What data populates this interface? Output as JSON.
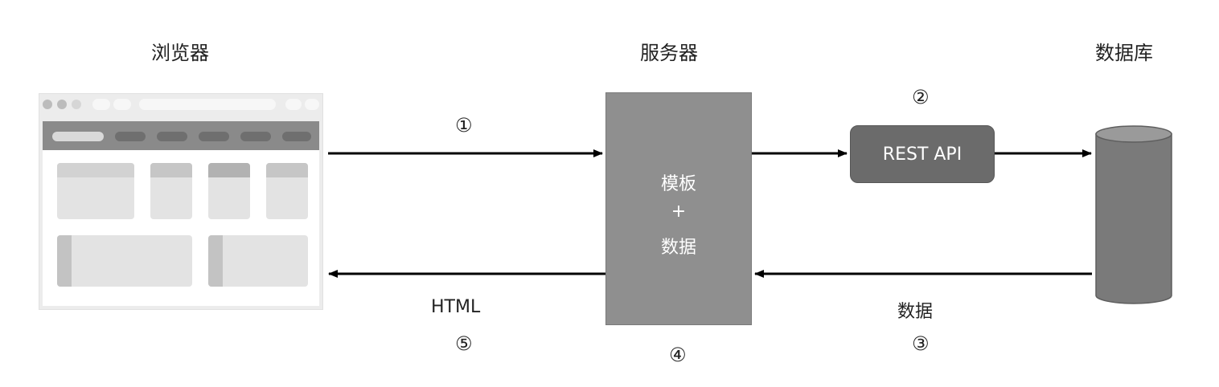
{
  "headings": {
    "browser": "浏览器",
    "server": "服务器",
    "database": "数据库"
  },
  "steps": {
    "one": "①",
    "two": "②",
    "three": "③",
    "four": "④",
    "five": "⑤"
  },
  "server_box": {
    "line1": "模板",
    "line2": "+",
    "line3": "数据"
  },
  "rest_api": "REST API",
  "edge_labels": {
    "html": "HTML",
    "data": "数据"
  },
  "colors": {
    "server_fill": "#8f8f8f",
    "rest_fill": "#6b6b6b",
    "database_fill": "#7a7a7a",
    "arrow": "#000000"
  }
}
